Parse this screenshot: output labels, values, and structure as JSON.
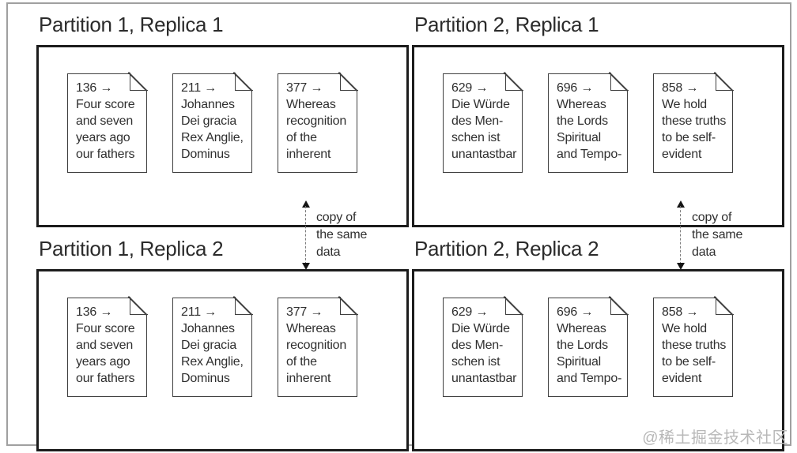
{
  "diagram": {
    "copy_label": "copy of\nthe same\ndata",
    "watermark": "@稀土掘金技术社区",
    "colors": {
      "panel_border": "#1c1c1c",
      "doc_border": "#3f3f3f",
      "text": "#2b2b2b",
      "dashed_arrow": "#7d7d7d",
      "frame_border": "#a0a0a0",
      "watermark": "#b8b8b8"
    },
    "panels": [
      {
        "title": "Partition 1, Replica 1",
        "docs": [
          {
            "key_label": "136 →",
            "lines": [
              "Four score",
              "and seven",
              "years ago",
              "our fathers"
            ]
          },
          {
            "key_label": "211 →",
            "lines": [
              "Johannes",
              "Dei gracia",
              "Rex Anglie,",
              "Dominus"
            ]
          },
          {
            "key_label": "377 →",
            "lines": [
              "Whereas",
              "recognition",
              "of the",
              "inherent"
            ]
          }
        ]
      },
      {
        "title": "Partition 2, Replica 1",
        "docs": [
          {
            "key_label": "629 →",
            "lines": [
              "Die Würde",
              "des Men-",
              "schen ist",
              "unantastbar"
            ]
          },
          {
            "key_label": "696 →",
            "lines": [
              "Whereas",
              "the Lords",
              "Spiritual",
              "and Tempo-"
            ]
          },
          {
            "key_label": "858 →",
            "lines": [
              "We hold",
              "these truths",
              "to be self-",
              "evident"
            ]
          }
        ]
      },
      {
        "title": "Partition 1, Replica 2",
        "docs": [
          {
            "key_label": "136 →",
            "lines": [
              "Four score",
              "and seven",
              "years ago",
              "our fathers"
            ]
          },
          {
            "key_label": "211 →",
            "lines": [
              "Johannes",
              "Dei gracia",
              "Rex Anglie,",
              "Dominus"
            ]
          },
          {
            "key_label": "377 →",
            "lines": [
              "Whereas",
              "recognition",
              "of the",
              "inherent"
            ]
          }
        ]
      },
      {
        "title": "Partition 2, Replica 2",
        "docs": [
          {
            "key_label": "629 →",
            "lines": [
              "Die Würde",
              "des Men-",
              "schen ist",
              "unantastbar"
            ]
          },
          {
            "key_label": "696 →",
            "lines": [
              "Whereas",
              "the Lords",
              "Spiritual",
              "and Tempo-"
            ]
          },
          {
            "key_label": "858 →",
            "lines": [
              "We hold",
              "these truths",
              "to be self-",
              "evident"
            ]
          }
        ]
      }
    ]
  }
}
